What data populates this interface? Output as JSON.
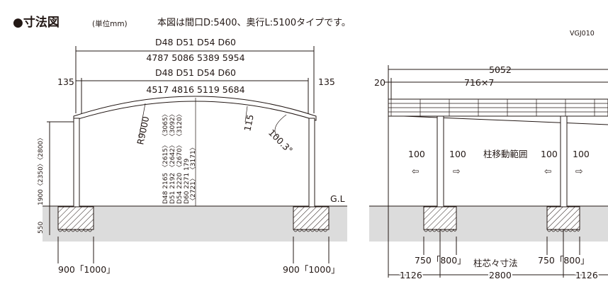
{
  "header": {
    "title": "●寸法図",
    "unit": "(単位mm)",
    "description": "本図は間口D:5400、奥行L:5100タイプです。",
    "code": "VGJ010"
  },
  "front_view": {
    "outer_models": "D48  D51  D54  D60",
    "outer_widths": "4787  5086  5389  5954",
    "inner_models": "D48  D51  D54  D60",
    "inner_widths": "4517  4816  5119  5684",
    "offset_left": "135",
    "offset_right": "135",
    "radius": "R9000",
    "beam_depth": "115",
    "angle": "100.3°",
    "heights_left": "1900〈2350〉〈2800〉",
    "foundation_depth": "550",
    "ground_label": "G.L",
    "foot_width_left": "900「1000」",
    "foot_width_right": "900「1000」",
    "height_table": [
      {
        "model": "D60",
        "value": "2271",
        "rise": "179",
        "h1": "",
        "h2": ""
      },
      {
        "model": "D54",
        "value": "2220",
        "rise": "",
        "h1": "〈2670〉",
        "h2": "〈3120〉"
      },
      {
        "model": "D51",
        "value": "2192",
        "rise": "",
        "h1": "〈2642〉",
        "h2": "〈3092〉"
      },
      {
        "model": "D48",
        "value": "2165",
        "rise": "",
        "h1": "〈2615〉",
        "h2": "〈3065〉"
      }
    ],
    "height_col_extra": [
      "〈2721〉",
      "〈3171〉"
    ]
  },
  "side_view": {
    "total_length": "5052",
    "offset": "20",
    "rafter_pitch": "716×7",
    "move_left_a": "100",
    "move_left_b": "100",
    "move_right_a": "100",
    "move_right_b": "100",
    "move_label": "柱移動範囲",
    "arrow_left": "⇦",
    "arrow_right": "⇨",
    "foot_width_left": "750「800」",
    "foot_width_right": "750「800」",
    "post_spacing_label": "柱芯々寸法",
    "overhang_left": "1126",
    "post_spacing": "2800",
    "overhang_right": "1126"
  }
}
